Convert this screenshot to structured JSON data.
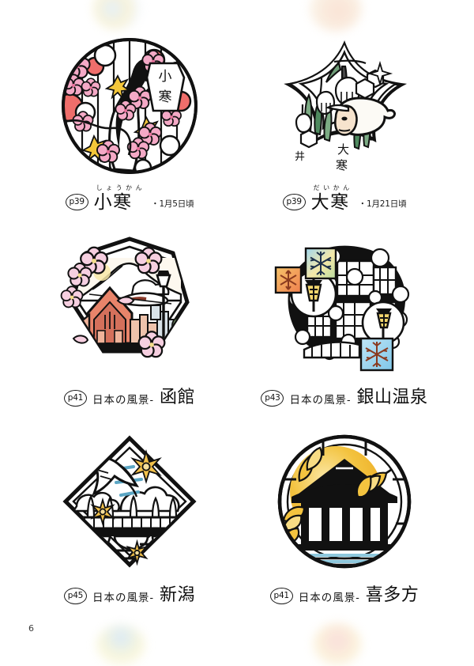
{
  "page": {
    "number": "6",
    "background": "#ffffff"
  },
  "decorations": [
    {
      "name": "watermark-top-left",
      "colors": [
        "#cfe4f7",
        "#f4e9b8"
      ]
    },
    {
      "name": "watermark-top-right",
      "colors": [
        "#f8cdb4",
        "#f7e8d2"
      ]
    },
    {
      "name": "watermark-bottom-left",
      "colors": [
        "#bcd9f2",
        "#f3efbe"
      ]
    },
    {
      "name": "watermark-bottom-right",
      "colors": [
        "#f6c3c0",
        "#f8e6bd"
      ]
    }
  ],
  "entries": [
    {
      "id": "shoukan",
      "artwork": "round-crane-plum-blossom-manhole",
      "page_ref": "p39",
      "furigana": "しょうかん",
      "prefix": "",
      "title": "小寒",
      "date": "・1月5日頃",
      "palette": {
        "outline": "#111111",
        "blossom": "#f4a9c6",
        "blossom_deep": "#e8719b",
        "sun": "#ef6e6b",
        "star": "#f3c63a",
        "beak": "#e2b23c"
      }
    },
    {
      "id": "daikan",
      "artwork": "diamond-sheep-snowdrop-manhole",
      "page_ref": "p39",
      "furigana": "だいかん",
      "prefix": "",
      "title": "大寒",
      "date": "・1月21日頃",
      "palette": {
        "outline": "#111111",
        "leaf": "#7cab84",
        "leaf_deep": "#4f8a5f",
        "wool": "#fdfbf6",
        "face": "#f6e3cd"
      }
    },
    {
      "id": "hakodate",
      "artwork": "hexagon-hakodate-cityscape-sakura",
      "page_ref": "p41",
      "furigana": "",
      "prefix": "日本の風景-",
      "title": "函館",
      "date": "",
      "palette": {
        "outline": "#111111",
        "sakura": "#f6cfe0",
        "roof": "#e8846a",
        "brick": "#d4705b",
        "building": "#cfd8de",
        "green": "#8fbf7a"
      }
    },
    {
      "id": "ginzan-onsen",
      "artwork": "ginzan-onsen-night-snowflake-manhole",
      "page_ref": "p43",
      "furigana": "",
      "prefix": "日本の風景-",
      "title": "銀山温泉",
      "date": "",
      "palette": {
        "outline": "#111111",
        "snow_tile_blue": "#8fd2ef",
        "snow_tile_warm": "#f3a24a",
        "snow_tile_green": "#b9dca0",
        "lamp": "#f5d76e"
      }
    },
    {
      "id": "niigata",
      "artwork": "diamond-niigata-bridge-crane-manhole",
      "page_ref": "p45",
      "furigana": "",
      "prefix": "日本の風景-",
      "title": "新潟",
      "date": "",
      "palette": {
        "outline": "#111111",
        "water": "#5ba6c4",
        "sun": "#f2c14a",
        "sun_core": "#f6df9a"
      }
    },
    {
      "id": "kitakata",
      "artwork": "round-kitakata-ginkgo-temple-manhole",
      "page_ref": "p41",
      "furigana": "",
      "prefix": "日本の風景-",
      "title": "喜多方",
      "date": "",
      "palette": {
        "outline": "#111111",
        "ginkgo": "#f3c33f",
        "ginkgo_light": "#f8dc84",
        "water": "#8ec8dd"
      }
    }
  ]
}
